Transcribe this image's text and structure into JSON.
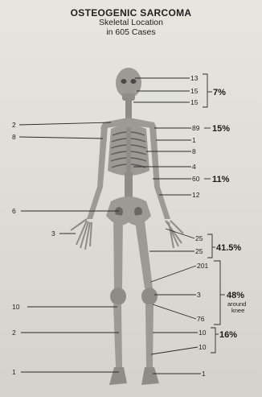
{
  "title": "OSTEOGENIC SARCOMA",
  "subtitle_line1": "Skeletal Location",
  "subtitle_line2": "in 605 Cases",
  "left_labels": [
    "2",
    "8",
    "6",
    "3",
    "10",
    "2",
    "1"
  ],
  "right_labels": [
    "13",
    "15",
    "15",
    "89",
    "1",
    "8",
    "4",
    "60",
    "12",
    "25",
    "25",
    "201",
    "3",
    "76",
    "10",
    "10",
    "1"
  ],
  "groups": {
    "head": "7%",
    "shoulder": "15%",
    "pelvis": "11%",
    "upper_leg": "41.5%",
    "knee": "48%",
    "knee_sub_1": "around",
    "knee_sub_2": "knee",
    "lower_leg": "16%"
  }
}
